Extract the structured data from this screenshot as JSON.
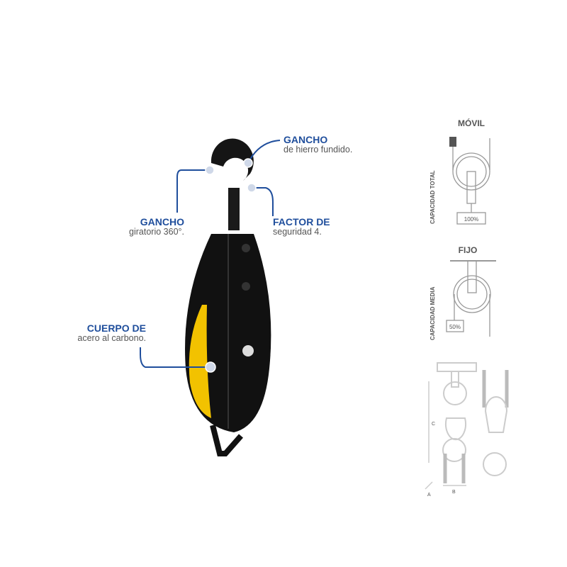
{
  "callouts": [
    {
      "title": "GANCHO",
      "desc": "de hierro fundido."
    },
    {
      "title": "GANCHO",
      "desc": "giratorio 360°."
    },
    {
      "title": "FACTOR DE",
      "desc": "seguridad 4."
    },
    {
      "title": "CUERPO DE",
      "desc": "acero al carbono."
    }
  ],
  "diagram": {
    "movil": {
      "title": "MÓVIL",
      "side": "CAPACIDAD TOTAL",
      "value": "100%"
    },
    "fijo": {
      "title": "FIJO",
      "side": "CAPACIDAD MEDIA",
      "value": "50%"
    },
    "dimensions": {
      "a": "A",
      "b": "B",
      "c": "C"
    }
  },
  "colors": {
    "accent": "#1f4e9c",
    "sheave": "#f2c200",
    "body": "#111111"
  }
}
